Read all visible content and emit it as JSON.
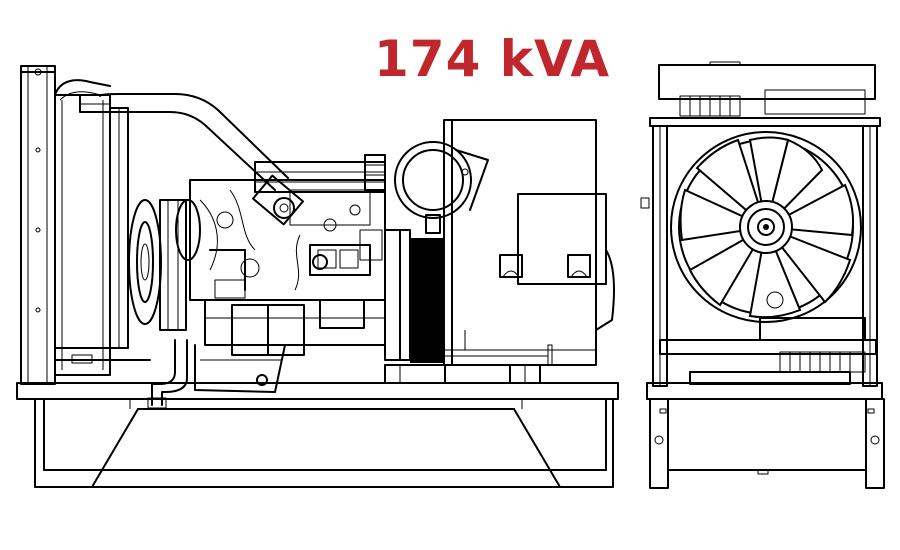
{
  "header": {
    "rating": "174 kVA",
    "rating_color": "#c0272d"
  },
  "drawing": {
    "views": [
      "side-view",
      "front-view"
    ],
    "stroke_color": "#000000"
  }
}
